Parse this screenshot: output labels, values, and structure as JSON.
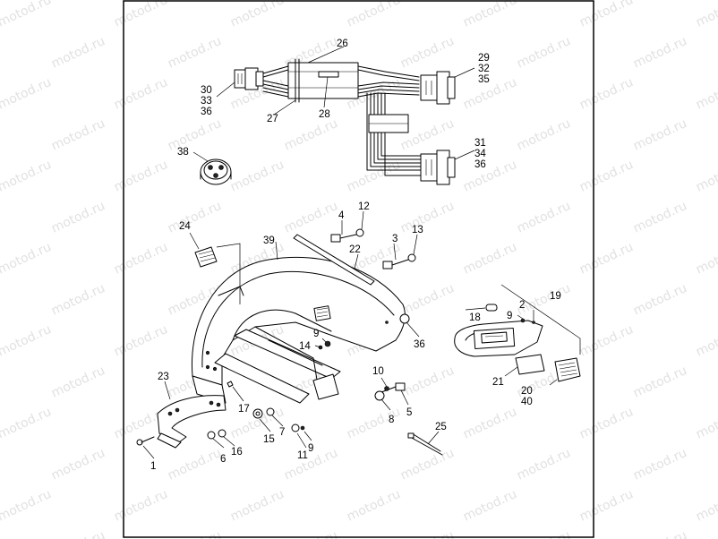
{
  "watermark": "motod.ru",
  "callouts": {
    "c1": "1",
    "c2": "2",
    "c3": "3",
    "c4": "4",
    "c5": "5",
    "c6": "6",
    "c7": "7",
    "c8": "8",
    "c9a": "9",
    "c9b": "9",
    "c9c": "9",
    "c10": "10",
    "c11": "11",
    "c12": "12",
    "c13": "13",
    "c14": "14",
    "c15": "15",
    "c16": "16",
    "c17": "17",
    "c18": "18",
    "c19": "19",
    "c20": "20",
    "c21": "21",
    "c22": "22",
    "c23": "23",
    "c24": "24",
    "c25": "25",
    "c26": "26",
    "c27": "27",
    "c28": "28",
    "c29": "29",
    "c30": "30",
    "c31": "31",
    "c32": "32",
    "c33": "33",
    "c34": "34",
    "c35": "35",
    "c36a": "36",
    "c36b": "36",
    "c36c": "36",
    "c38": "38",
    "c39": "39",
    "c40": "40"
  }
}
